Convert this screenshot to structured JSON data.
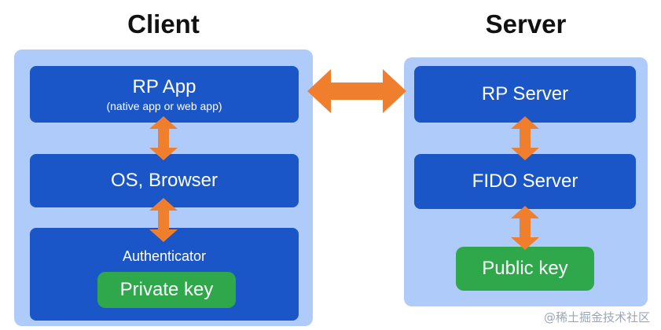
{
  "client": {
    "heading": "Client",
    "rp_app": {
      "title": "RP App",
      "subtitle": "(native app or web app)"
    },
    "os_browser": {
      "title": "OS, Browser"
    },
    "authenticator": {
      "title": "Authenticator",
      "key": "Private key"
    }
  },
  "server": {
    "heading": "Server",
    "rp_server": {
      "title": "RP Server"
    },
    "fido_server": {
      "title": "FIDO Server"
    },
    "key": "Public key"
  },
  "watermark": "@稀土掘金技术社区",
  "colors": {
    "panel": "#aecbfa",
    "box": "#1a56c8",
    "key": "#2ea84a",
    "arrow": "#f07f2d",
    "text": "#111111"
  }
}
